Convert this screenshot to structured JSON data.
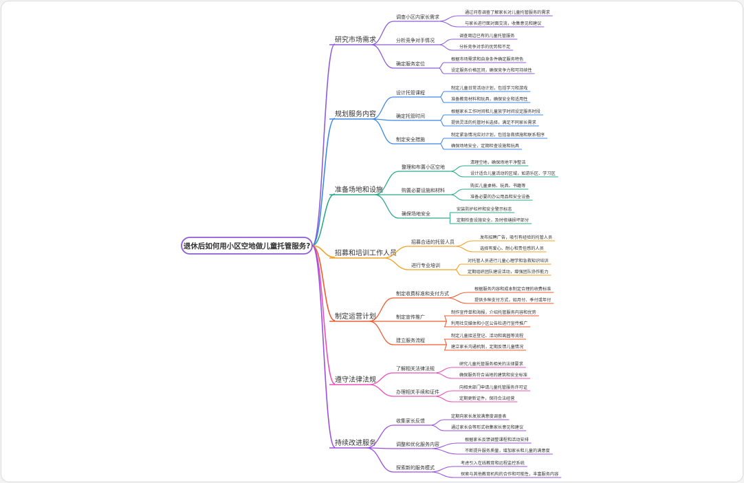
{
  "root": {
    "label": "退休后如何用小区空地做儿童托管服务?",
    "color": "#8e5bd6"
  },
  "branches": [
    {
      "label": "研究市场需求",
      "color": "#8e5bd6",
      "subs": [
        {
          "label": "调查小区内家长需求",
          "leaves": [
            "通过问卷调查了解家长对儿童托管服务的需求",
            "与家长进行面对面交流，收集意见和建议"
          ]
        },
        {
          "label": "分析竞争对手情况",
          "leaves": [
            "调查周边已有的儿童托管服务",
            "分析竞争对手的优势和不足"
          ]
        },
        {
          "label": "确定服务定位",
          "leaves": [
            "根据市场需求和自身条件确定服务特色",
            "设定服务价格区间，确保竞争力和可持续性"
          ]
        }
      ]
    },
    {
      "label": "规划服务内容",
      "color": "#3b86e8",
      "subs": [
        {
          "label": "设计托管课程",
          "leaves": [
            "制定儿童日常活动计划，包括学习和游戏",
            "准备教育材料和玩具，确保安全和适用性"
          ]
        },
        {
          "label": "确定托管时间",
          "leaves": [
            "根据家长工作时间和儿童放学时间设定服务时段",
            "提供灵活的托管时长选择，满足不同家长需求"
          ]
        },
        {
          "label": "制定安全措施",
          "leaves": [
            "制定紧急情况应对计划，包括急救措施和联系程序",
            "确保场地安全，定期检查设施和玩具"
          ]
        }
      ]
    },
    {
      "label": "准备场地和设施",
      "color": "#2aa889",
      "subs": [
        {
          "label": "整理和布置小区空地",
          "leaves": [
            "清理空地，确保场地干净整洁",
            "设计适合儿童活动的区域，如游乐区、学习区"
          ]
        },
        {
          "label": "购置必要设施和材料",
          "leaves": [
            "购买儿童桌椅、玩具、书籍等",
            "准备必要的办公用品和安全设备"
          ]
        },
        {
          "label": "确保场地安全",
          "leaves": [
            "安装防护栏杆和安全警示标志",
            "定期检查设施安全，及时修缮损坏部分"
          ]
        }
      ]
    },
    {
      "label": "招募和培训工作人员",
      "color": "#f0a020",
      "subs": [
        {
          "label": "招募合适的托管人员",
          "leaves": [
            "发布招聘广告，吸引有经验的托管人员",
            "选择有爱心、耐心和责任感的人员"
          ]
        },
        {
          "label": "进行专业培训",
          "leaves": [
            "对托管人员进行儿童心理学和急救知识培训",
            "定期组织团队建设活动，增强团队协作能力"
          ]
        }
      ]
    },
    {
      "label": "制定运营计划",
      "color": "#ee5a2e",
      "subs": [
        {
          "label": "制定收费标准和支付方式",
          "leaves": [
            "根据服务内容和成本制定合理的收费标准",
            "提供多种支付方式，如月付、季付或年付"
          ]
        },
        {
          "label": "制定宣传推广",
          "leaves": [
            "制作宣传单和海报，介绍托管服务内容和优势",
            "利用社交媒体和小区公告栏进行宣传推广"
          ]
        },
        {
          "label": "建立服务流程",
          "leaves": [
            "制定儿童接送登记、活动和离园等流程",
            "建立家长沟通机制，定期反馈儿童情况"
          ]
        }
      ]
    },
    {
      "label": "遵守法律法规",
      "color": "#e850b8",
      "subs": [
        {
          "label": "了解相关法律法规",
          "leaves": [
            "研究儿童托管服务相关的法律要求",
            "确保服务符合当地的建筑和安全标准"
          ]
        },
        {
          "label": "办理相关手续和证件",
          "leaves": [
            "向相关部门申请儿童托管服务许可证",
            "定期更新证件，保持合法经营"
          ]
        }
      ]
    },
    {
      "label": "持续改进服务",
      "color": "#9a4ee0",
      "subs": [
        {
          "label": "收集家长反馈",
          "leaves": [
            "定期向家长发放满意度调查表",
            "通过家长会等形式收集家长意见和建议"
          ]
        },
        {
          "label": "调整和优化服务内容",
          "leaves": [
            "根据家长反馈调整课程和活动安排",
            "不断提升服务质量，增加家长和儿童的满意度"
          ]
        },
        {
          "label": "探索新的服务模式",
          "leaves": [
            "考虑引入在线教育和远程监控系统",
            "探索与其他教育机构的合作和可能性，丰富服务内容"
          ]
        }
      ]
    }
  ]
}
